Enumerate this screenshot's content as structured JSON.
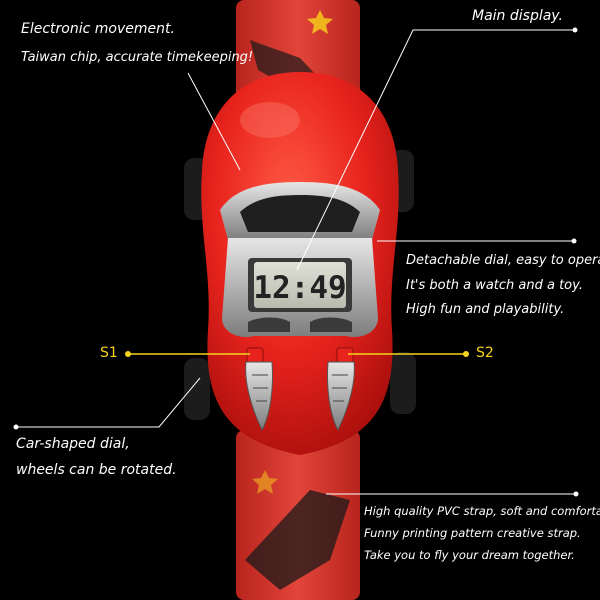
{
  "callouts": {
    "movement": {
      "title": "Electronic movement.",
      "detail": "Taiwan chip, accurate timekeeping!"
    },
    "display": {
      "title": "Main display."
    },
    "dial": {
      "line1": "Detachable dial, easy to operate.",
      "line2": "It's both a watch and a toy.",
      "line3": "High fun and playability."
    },
    "wheels": {
      "line1": "Car-shaped dial,",
      "line2": "wheels can be rotated."
    },
    "strap": {
      "line1": "High quality PVC strap, soft and comfortable.",
      "line2": "Funny printing pattern creative strap.",
      "line3": "Take you to fly your dream together."
    },
    "buttons": {
      "left": "S1",
      "right": "S2"
    }
  },
  "watch": {
    "lcd_time": "12:49",
    "body_color": "#e8231d",
    "band_color": "#d9342b",
    "accent_color": "#f7d31c"
  }
}
